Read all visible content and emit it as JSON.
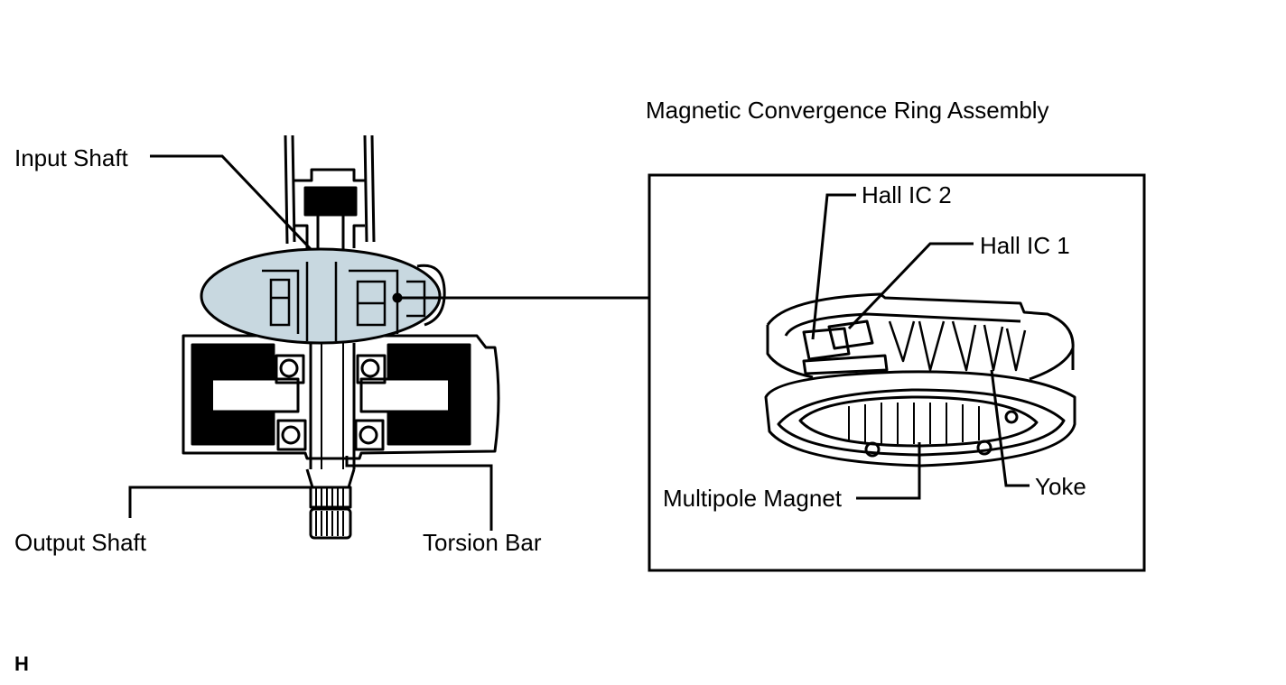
{
  "labels": {
    "title": "Magnetic Convergence Ring Assembly",
    "input_shaft": "Input Shaft",
    "output_shaft": "Output Shaft",
    "torsion_bar": "Torsion Bar",
    "hall_ic_2": "Hall IC 2",
    "hall_ic_1": "Hall IC 1",
    "multipole_magnet": "Multipole Magnet",
    "yoke": "Yoke",
    "corner_code": "H"
  },
  "colors": {
    "highlight_fill": "#c8d8e0",
    "ink": "#000000",
    "background": "#ffffff"
  }
}
